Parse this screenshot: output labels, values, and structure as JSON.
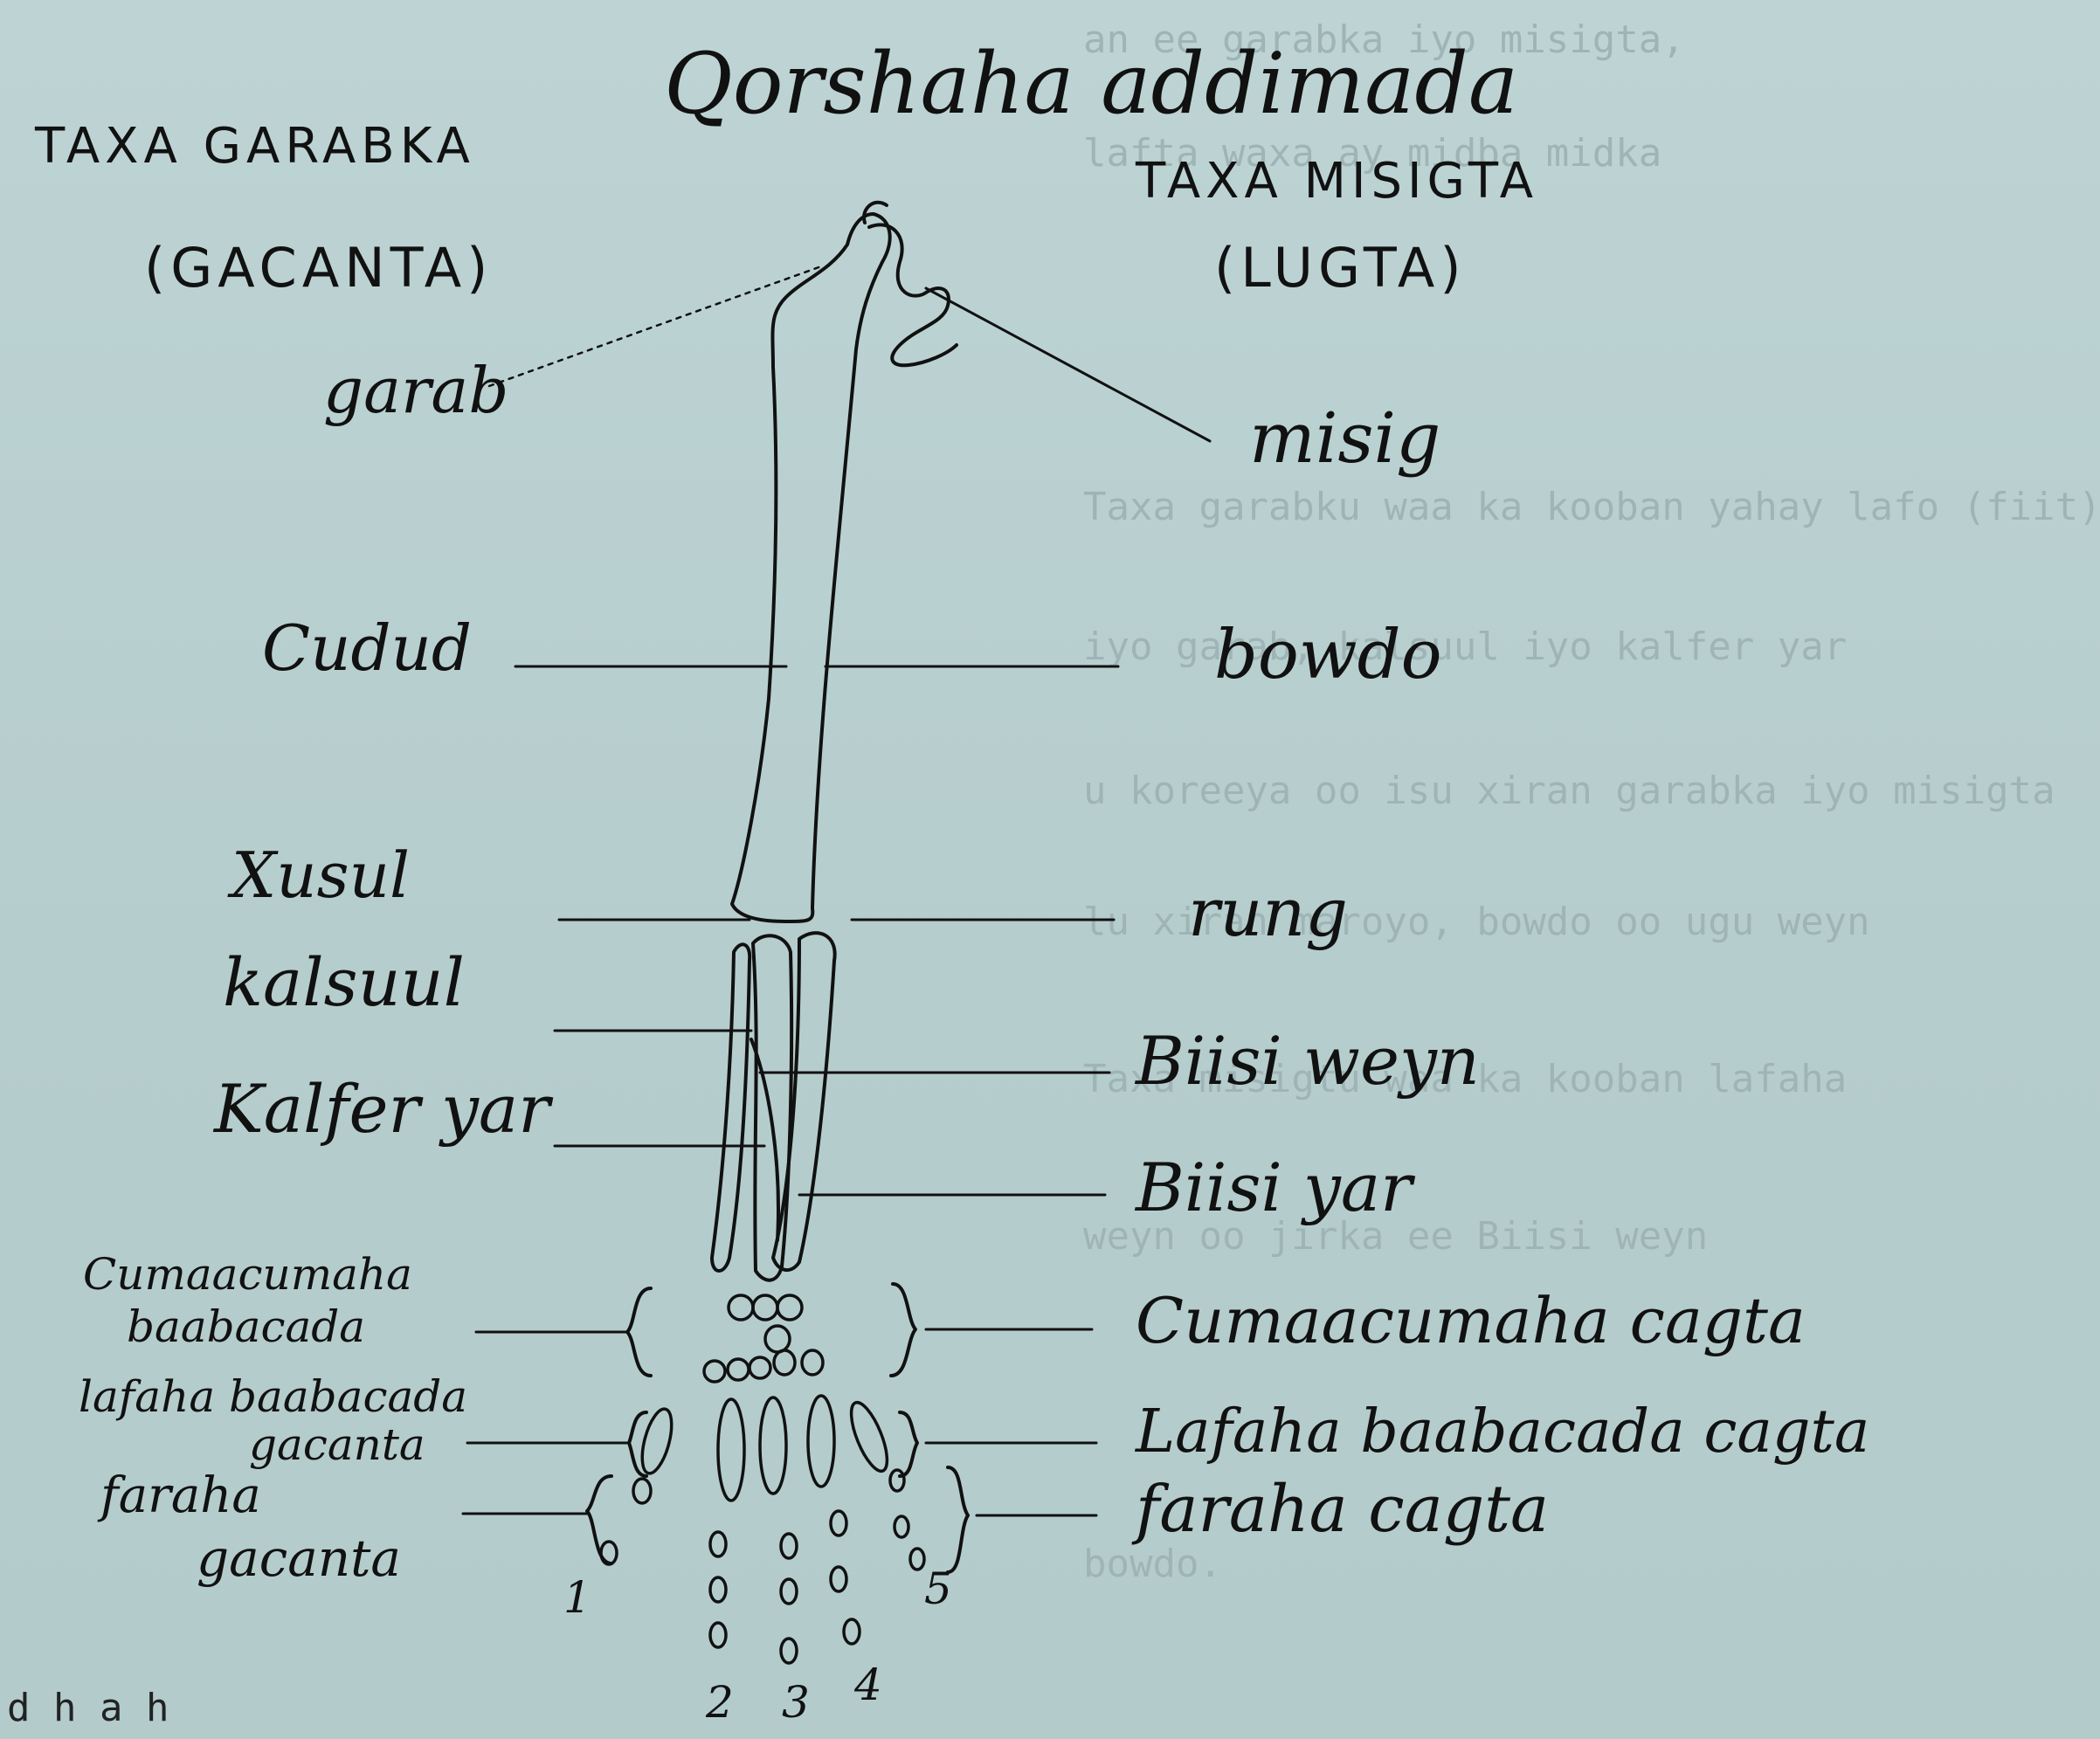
{
  "title": "Qorshaha addimada",
  "left_heading": "TAXA GARABKA",
  "left_subheading": "(GACANTA)",
  "right_heading": "TAXA MISIGTA",
  "right_subheading": "(LUGTA)",
  "left_labels": {
    "garab": "garab",
    "cudud": "Cudud",
    "xusul": "Xusul",
    "kalsuul": "kalsuul",
    "kalfer_yar": "Kalfer yar",
    "cumaacumaha_baabacada_1": "Cumaacumaha",
    "cumaacumaha_baabacada_2": "baabacada",
    "lafaha_baabacada_1": "lafaha baabacada",
    "lafaha_baabacada_2": "gacanta",
    "faraha_gacanta_1": "faraha",
    "faraha_gacanta_2": "gacanta"
  },
  "right_labels": {
    "misig": "misig",
    "bowdo": "bowdo",
    "rung": "rung",
    "biisi_weyn": "Biisi weyn",
    "biisi_yar": "Biisi yar",
    "cumaacumaha_cagta": "Cumaacumaha cagta",
    "lafaha_baabacada_cagta": "Lafaha baabacada cagta",
    "faraha_cagta": "faraha cagta"
  },
  "digit_numbers": [
    "1",
    "2",
    "3",
    "4",
    "5"
  ],
  "background_text": [
    "an ee garabka iyo misigta,",
    "lafta waxa ay midba midka",
    "Taxa garabku waa ka kooban yahay lafo (fiit) baalasha",
    "iyo garab, kalsuul iyo kalfer yar",
    "u koreeya oo isu xiran garabka iyo misigta",
    "lu xiran maroyo, bowdo oo ugu weyn",
    "Taxa misigtu waa ka kooban lafaha",
    "weyn oo jirka ee Biisi weyn",
    "bowdo.",
    "d h a h"
  ]
}
